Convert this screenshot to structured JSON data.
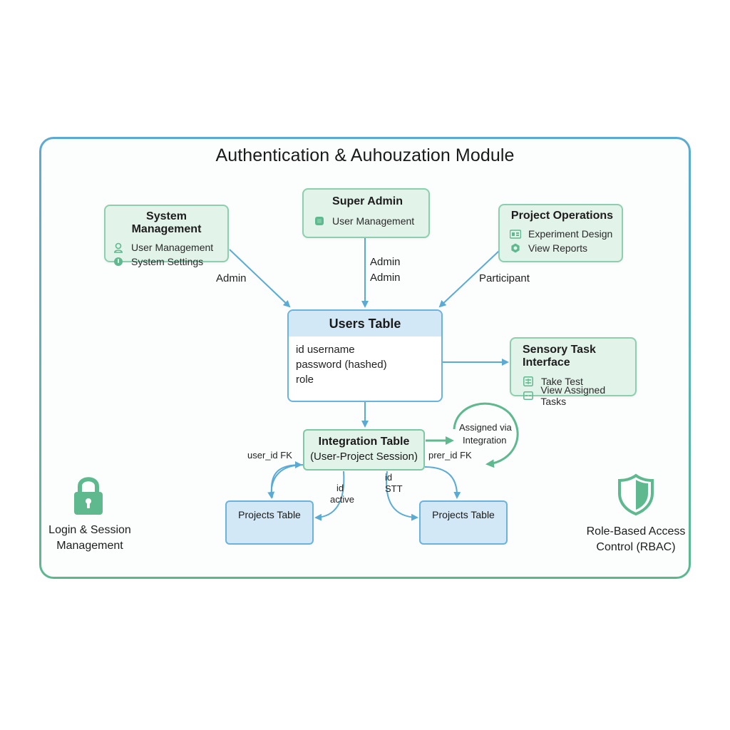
{
  "title": "Authentication & Auhouzation Module",
  "colors": {
    "frame_top": "#5aaad6",
    "frame_bottom": "#5bb88e",
    "green_fill": "#e2f3ea",
    "green_border": "#8ccfae",
    "blue_fill": "#d7ebf7",
    "blue_border": "#6ab3dd",
    "arrow_blue": "#5aaad6",
    "arrow_green": "#5fb98e",
    "icon_green": "#5fb98e"
  },
  "nodes": {
    "system_management": {
      "title": "System Management",
      "items": [
        {
          "icon": "user-icon",
          "label": "User Management"
        },
        {
          "icon": "settings-icon",
          "label": "System Settings"
        }
      ]
    },
    "super_admin": {
      "title": "Super Admin",
      "items": [
        {
          "icon": "user-management-icon",
          "label": "User Management"
        }
      ]
    },
    "project_operations": {
      "title": "Project Operations",
      "items": [
        {
          "icon": "experiment-icon",
          "label": "Experiment Design"
        },
        {
          "icon": "reports-icon",
          "label": "View Reports"
        }
      ]
    },
    "users_table": {
      "title": "Users Table",
      "fields": [
        "id username",
        "password (hashed)",
        "role"
      ]
    },
    "sensory_task_interface": {
      "title": "Sensory Task Interface",
      "items": [
        {
          "icon": "test-icon",
          "label": "Take Test"
        },
        {
          "icon": "tasks-icon",
          "label": "View Assigned Tasks"
        }
      ]
    },
    "integration_table": {
      "title": "Integration Table",
      "subtitle": "(User-Project Session)"
    },
    "projects_table_left": {
      "title": "Projects Table"
    },
    "projects_table_right": {
      "title": "Projects Table"
    }
  },
  "edge_labels": {
    "admin_left": "Admin",
    "admin_center_1": "Admin",
    "admin_center_2": "Admin",
    "participant": "Participant",
    "user_id_fk": "user_id FK",
    "prer_id_fk": "prer_id FK",
    "assigned_via_1": "Assigned via",
    "assigned_via_2": "Integration",
    "id_active_1": "id",
    "id_active_2": "active",
    "id_stt_1": "id",
    "id_stt_2": "STT"
  },
  "features": {
    "login": {
      "icon": "lock-icon",
      "line1": "Login & Session",
      "line2": "Management"
    },
    "rbac": {
      "icon": "shield-icon",
      "line1": "Role-Based Access",
      "line2": "Control (RBAC)"
    }
  }
}
